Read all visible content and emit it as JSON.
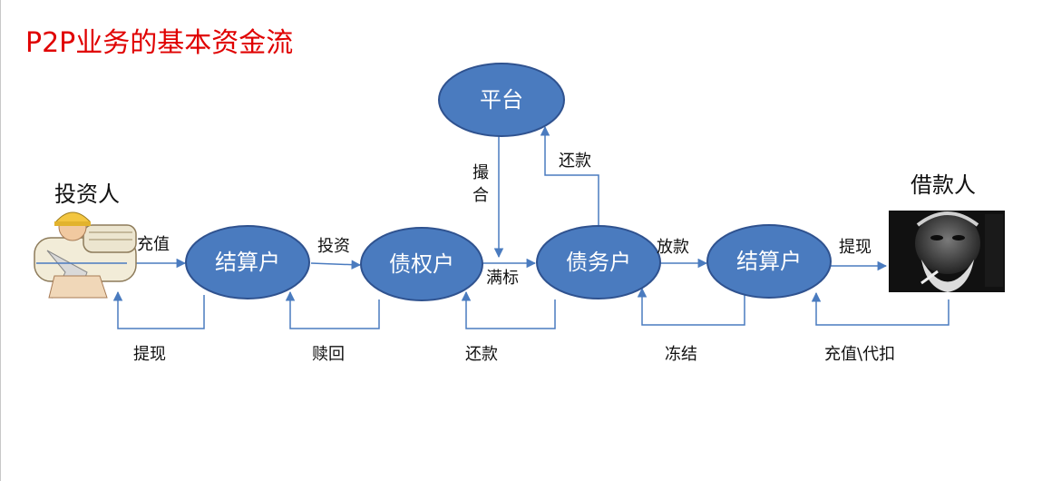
{
  "title": "P2P业务的基本资金流",
  "colors": {
    "node_fill": "#4a7bbf",
    "node_stroke": "#2f528f",
    "arrow": "#4a7bbf",
    "title": "#e00000"
  },
  "actors": {
    "investor": "投资人",
    "borrower": "借款人"
  },
  "nodes": {
    "platform": "平台",
    "settlement_left": "结算户",
    "creditor": "债权户",
    "debt": "债务户",
    "settlement_right": "结算户"
  },
  "edges": {
    "recharge": "充值",
    "withdraw_left": "提现",
    "invest": "投资",
    "redeem": "赎回",
    "match_1": "撮",
    "match_2": "合",
    "full_bid": "满标",
    "repay_bottom": "还款",
    "repay_top": "还款",
    "loan": "放款",
    "freeze": "冻结",
    "withdraw_right": "提现",
    "recharge_deduct": "充值\\代扣"
  },
  "icons": {
    "investor": "investor-worker-icon",
    "borrower": "borrower-photo-icon"
  }
}
